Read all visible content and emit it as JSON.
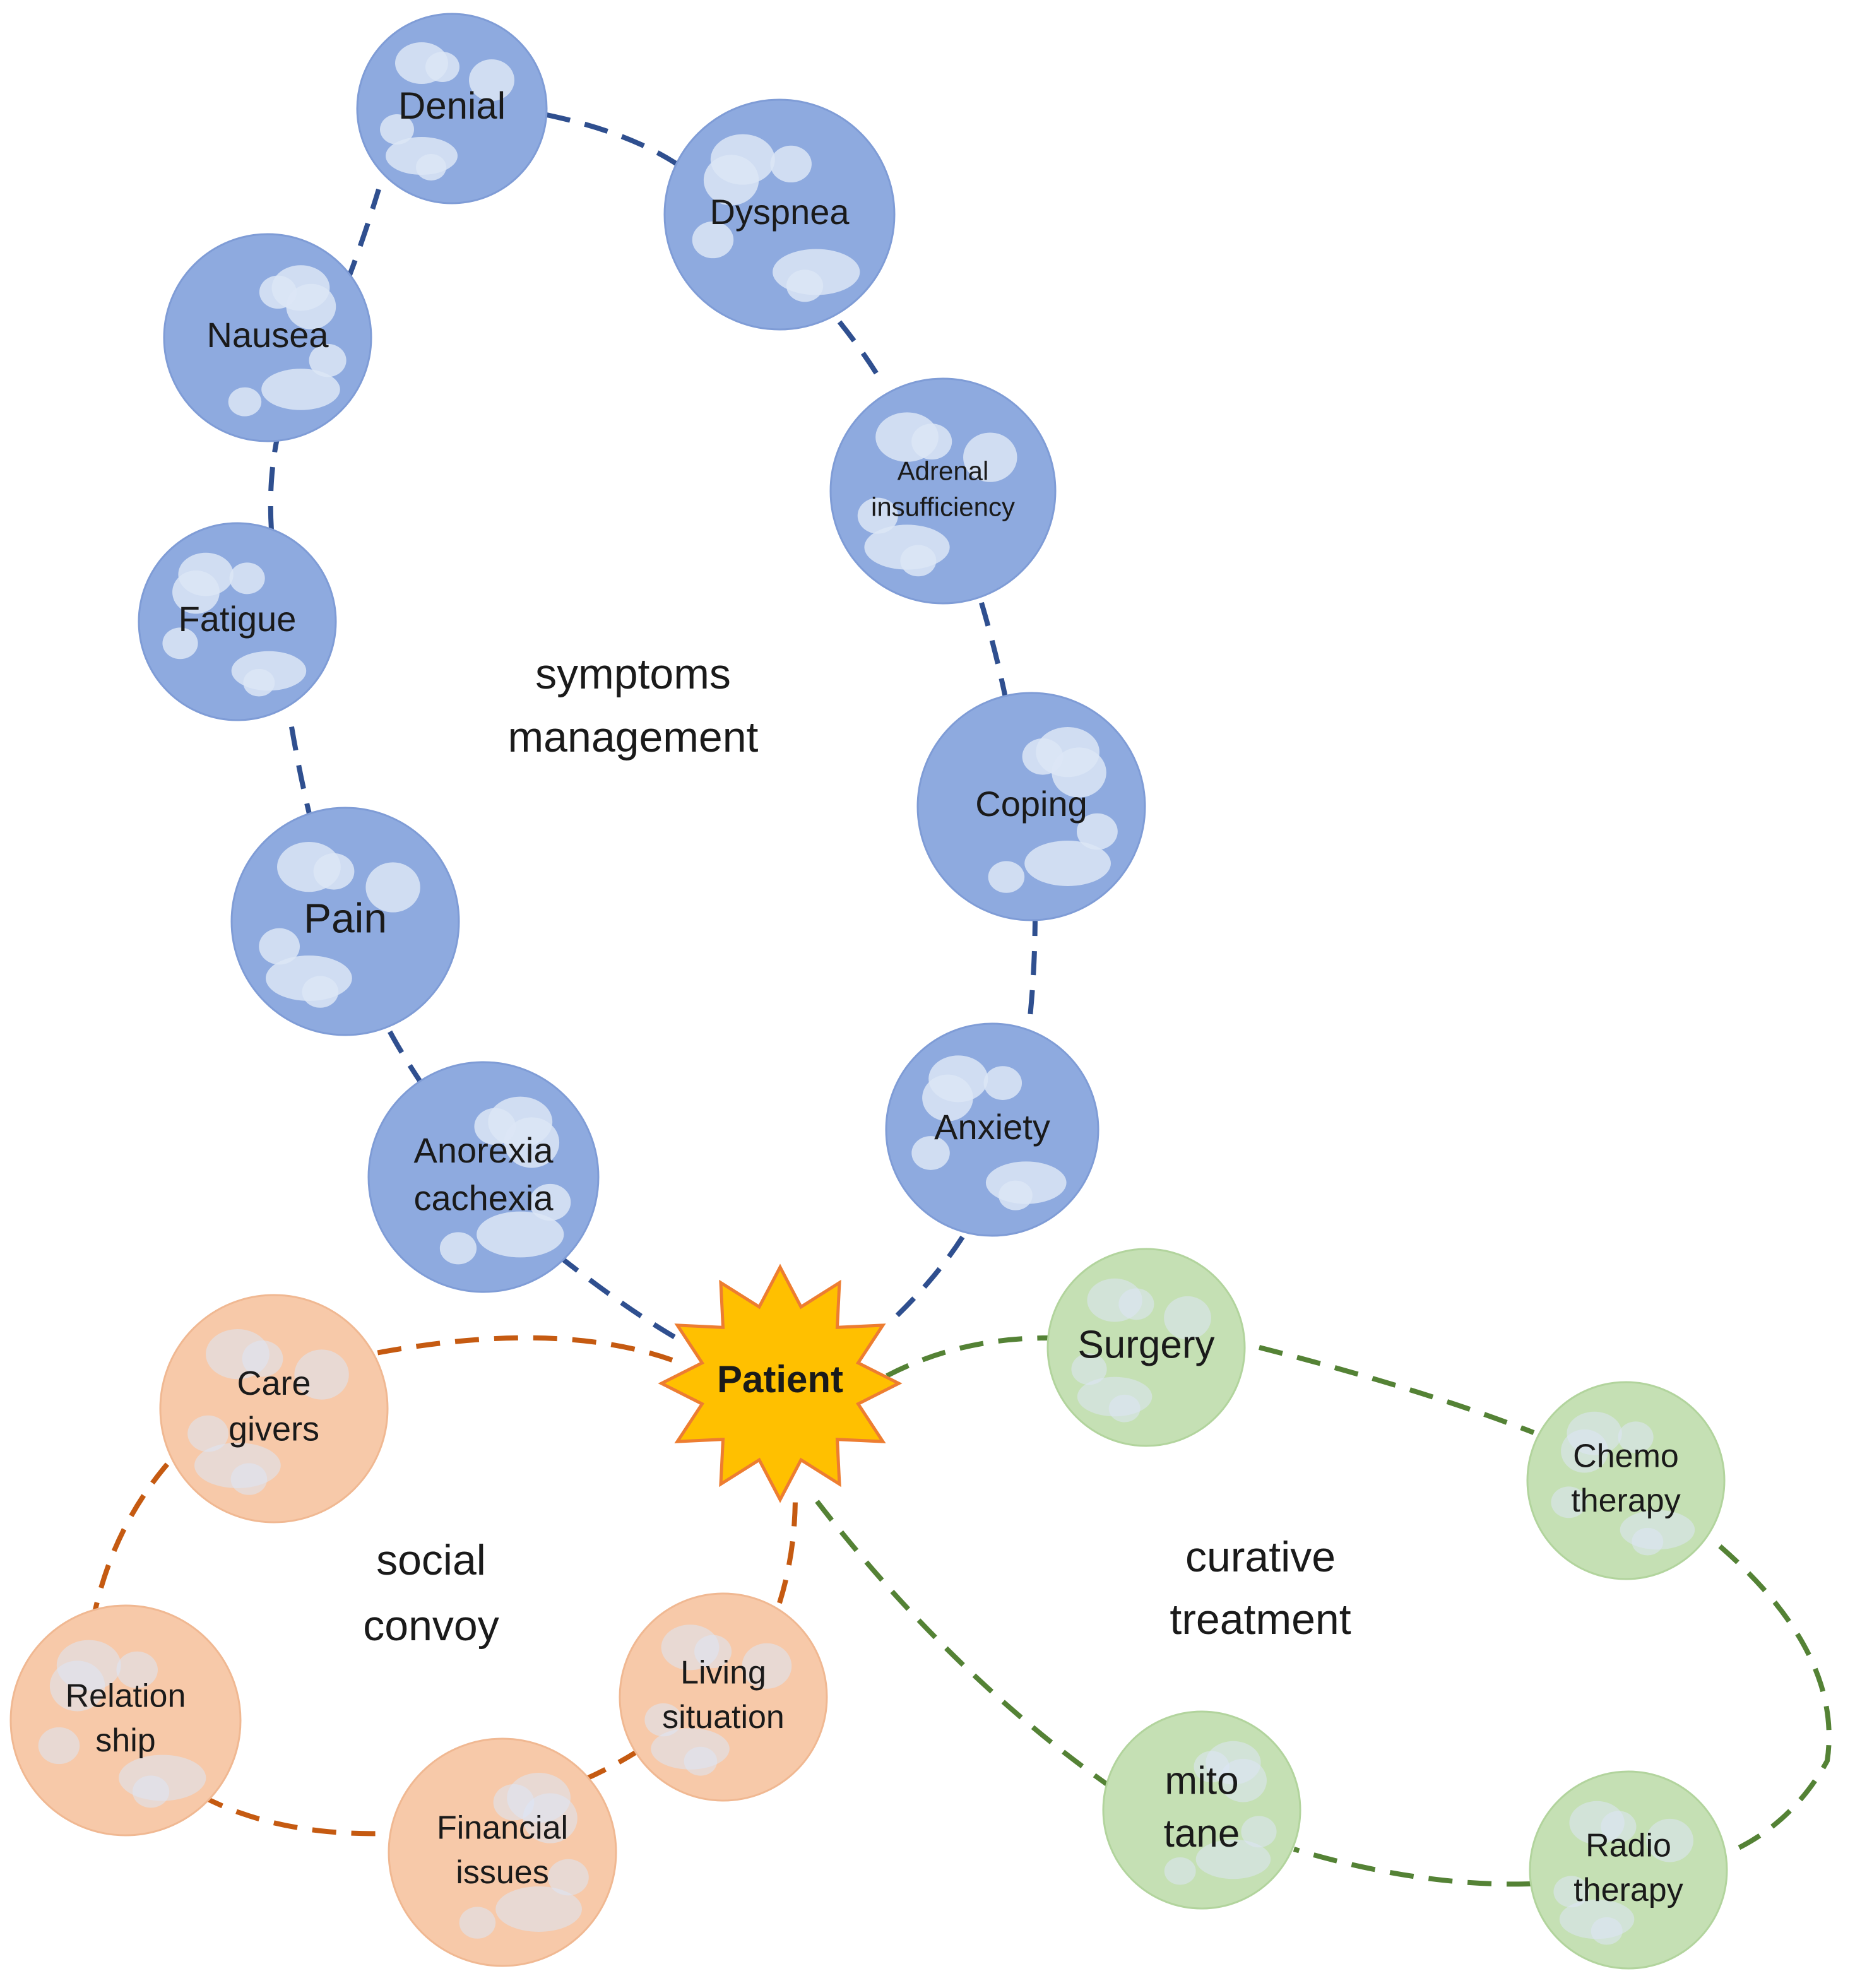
{
  "colors": {
    "symptoms_node": "#8eaadf",
    "symptoms_node_stroke": "#7f9cd6",
    "symptoms_line": "#2f4f8f",
    "social_node": "#f7c9a9",
    "social_node_stroke": "#f0b892",
    "social_line": "#c55a11",
    "curative_node": "#c5e0b4",
    "curative_node_stroke": "#b2d49d",
    "curative_line": "#548235",
    "spot": "#dce6f6",
    "patient_fill": "#ffc000",
    "patient_stroke": "#ed7d31",
    "text": "#1a1a1a"
  },
  "center": {
    "label": "Patient"
  },
  "groups": {
    "symptoms": {
      "label_lines": [
        "symptoms",
        "management"
      ],
      "nodes": [
        {
          "id": "denial",
          "lines": [
            "Denial"
          ]
        },
        {
          "id": "dyspnea",
          "lines": [
            "Dyspnea"
          ]
        },
        {
          "id": "nausea",
          "lines": [
            "Nausea"
          ]
        },
        {
          "id": "adrenal-insufficiency",
          "lines": [
            "Adrenal",
            "insufficiency"
          ]
        },
        {
          "id": "fatigue",
          "lines": [
            "Fatigue"
          ]
        },
        {
          "id": "coping",
          "lines": [
            "Coping"
          ]
        },
        {
          "id": "pain",
          "lines": [
            "Pain"
          ]
        },
        {
          "id": "anxiety",
          "lines": [
            "Anxiety"
          ]
        },
        {
          "id": "anorexia-cachexia",
          "lines": [
            "Anorexia",
            "cachexia"
          ]
        }
      ]
    },
    "social": {
      "label_lines": [
        "social",
        "convoy"
      ],
      "nodes": [
        {
          "id": "care-givers",
          "lines": [
            "Care",
            "givers"
          ]
        },
        {
          "id": "relationship",
          "lines": [
            "Relation",
            "ship"
          ]
        },
        {
          "id": "financial-issues",
          "lines": [
            "Financial",
            "issues"
          ]
        },
        {
          "id": "living-situation",
          "lines": [
            "Living",
            "situation"
          ]
        }
      ]
    },
    "curative": {
      "label_lines": [
        "curative",
        "treatment"
      ],
      "nodes": [
        {
          "id": "surgery",
          "lines": [
            "Surgery"
          ]
        },
        {
          "id": "chemotherapy",
          "lines": [
            "Chemo",
            "therapy"
          ]
        },
        {
          "id": "mitotane",
          "lines": [
            "mito",
            "tane"
          ]
        },
        {
          "id": "radiotherapy",
          "lines": [
            "Radio",
            "therapy"
          ]
        }
      ]
    }
  }
}
